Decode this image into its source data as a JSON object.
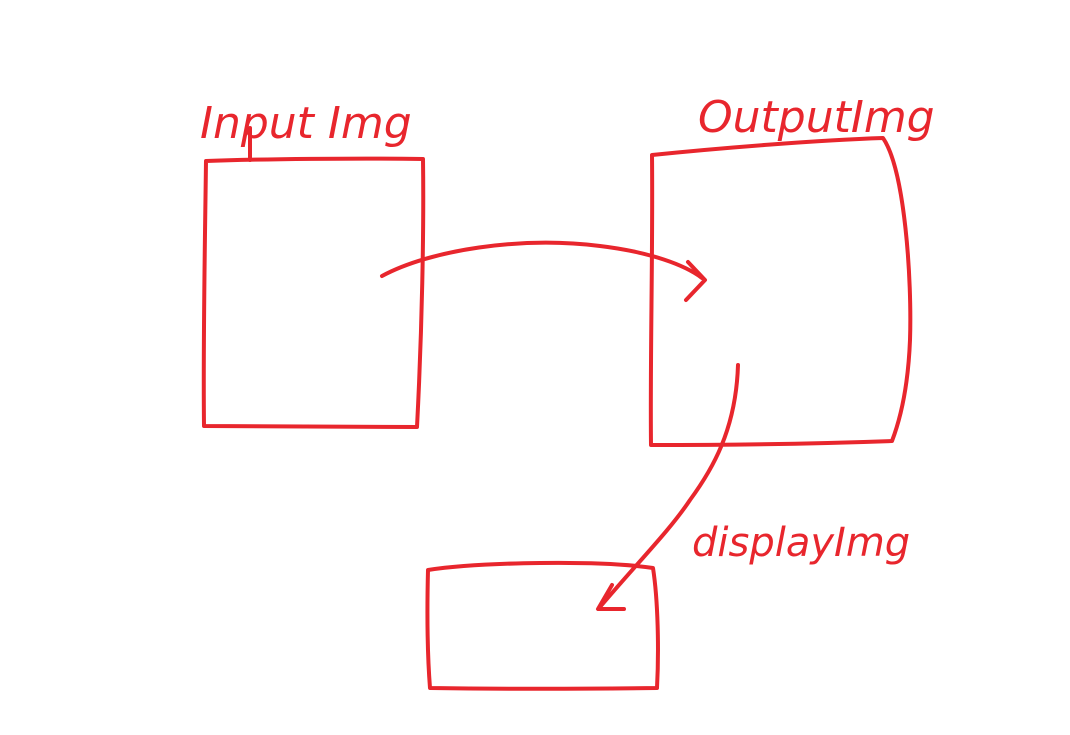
{
  "colors": {
    "ink": "#e8262d",
    "background": "#ffffff"
  },
  "labels": {
    "input": "Input Img",
    "output": "OutputImg",
    "display": "displayImg"
  }
}
